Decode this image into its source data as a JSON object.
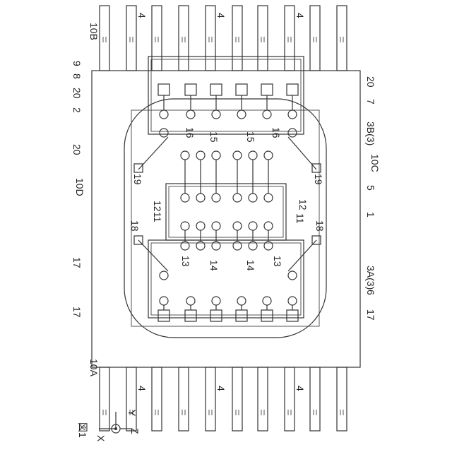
{
  "figure": {
    "caption": "図1",
    "labels": {
      "device": "1",
      "package": "2",
      "chip_a": "3A(3)",
      "chip_b": "3B(3)",
      "lead": "4",
      "chip_5": "5",
      "pad_6": "6",
      "pad_7": "7",
      "mark_8": "8",
      "mark_9": "9",
      "side_a": "10A",
      "side_b": "10B",
      "side_c": "10C",
      "side_d": "10D",
      "pad_11": "11",
      "pad_12": "12",
      "pad_13": "13",
      "pad_14": "14",
      "pad_15": "15",
      "pad_16": "16",
      "pad_17": "17",
      "pad_18": "18",
      "pad_19": "19",
      "pad_20": "20"
    },
    "axes": {
      "x": "X",
      "y": "Y",
      "z": "Z"
    }
  }
}
